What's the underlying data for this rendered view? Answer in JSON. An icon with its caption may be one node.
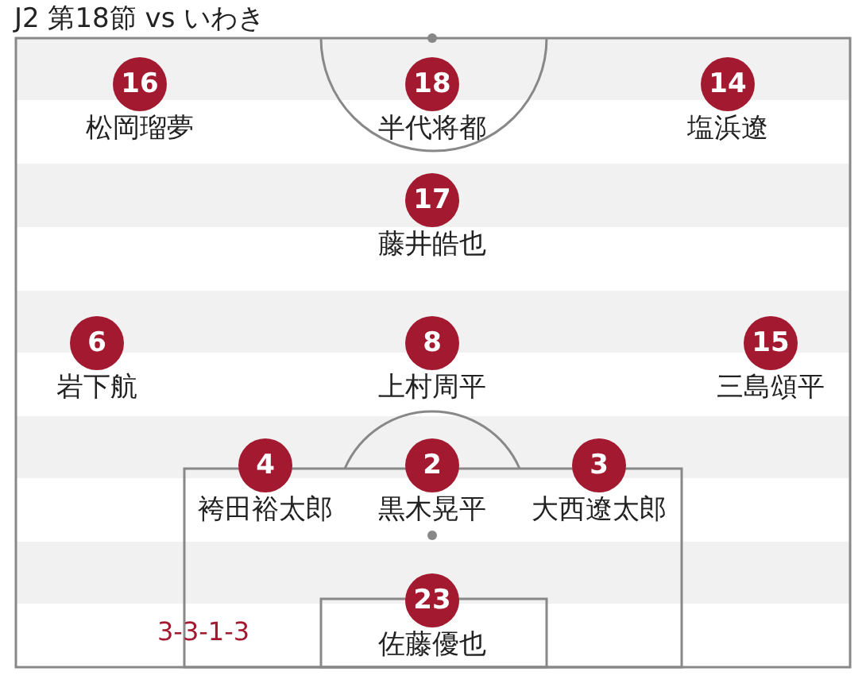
{
  "diagram": {
    "title": "J2 第18節 vs いわき",
    "nodes": [
      {
        "text": [
          "16"
        ],
        "beside": [
          "松岡瑠夢"
        ]
      },
      {
        "text": [
          "18"
        ],
        "beside": [
          "半代将都"
        ]
      },
      {
        "text": [
          "14"
        ],
        "beside": [
          "塩浜遼"
        ]
      },
      {
        "text": [
          "17"
        ],
        "beside": [
          "藤井皓也"
        ]
      },
      {
        "text": [
          "6"
        ],
        "beside": [
          "岩下航"
        ]
      },
      {
        "text": [
          "8"
        ],
        "beside": [
          "上村周平"
        ]
      },
      {
        "text": [
          "15"
        ],
        "beside": [
          "三島頌平"
        ]
      },
      {
        "text": [
          "4"
        ],
        "beside": [
          "袴田裕太郎"
        ]
      },
      {
        "text": [
          "2"
        ],
        "beside": [
          "黒木晃平"
        ]
      },
      {
        "text": [
          "3"
        ],
        "beside": [
          "大西遼太郎"
        ]
      },
      {
        "text": [
          "23"
        ],
        "beside": [
          "佐藤優也"
        ]
      }
    ],
    "labels": [
      "3-3-1-3"
    ]
  }
}
